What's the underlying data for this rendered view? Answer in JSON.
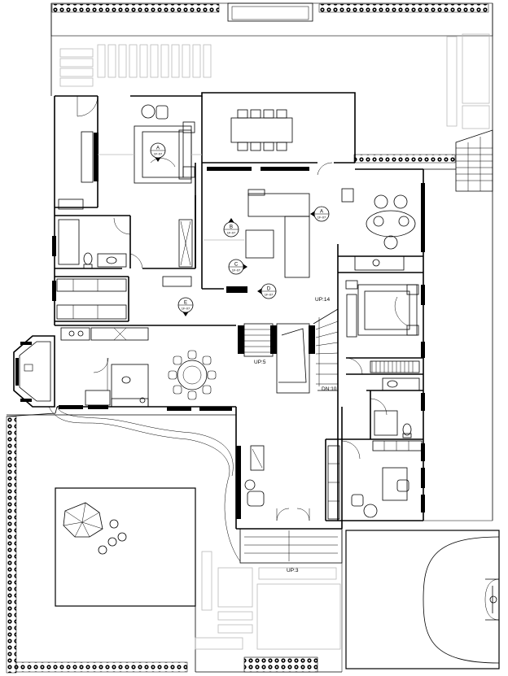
{
  "plan": {
    "stair_labels": {
      "up14": "UP:14",
      "up5": "UP:5",
      "dn10": "DN:10",
      "up3": "UP:3"
    },
    "section_markers": [
      {
        "letter": "A",
        "ref": "1F-07"
      },
      {
        "letter": "A",
        "ref": "1F-07"
      },
      {
        "letter": "B",
        "ref": "1F-07"
      },
      {
        "letter": "C",
        "ref": "1F-07"
      },
      {
        "letter": "D",
        "ref": "1F-07"
      },
      {
        "letter": "E",
        "ref": "1F-07"
      }
    ]
  }
}
